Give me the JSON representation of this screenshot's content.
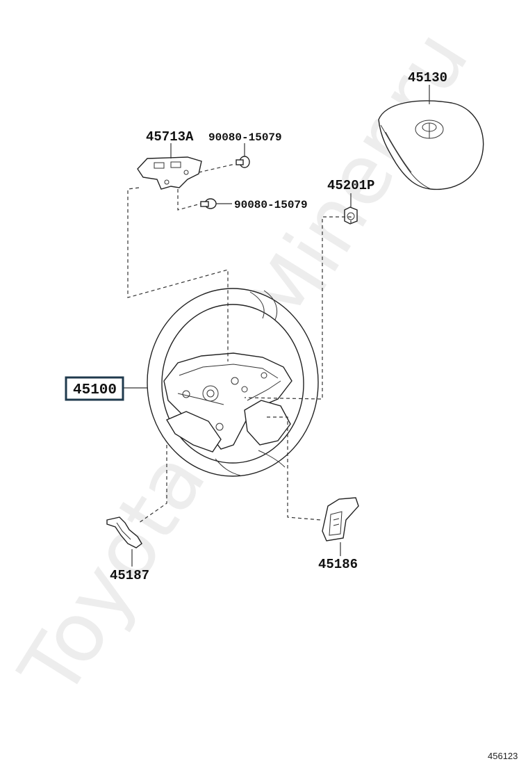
{
  "watermark": "ToyotaPartMiner.ru",
  "diagram_id": "456123",
  "parts": {
    "airbag": {
      "number": "45130",
      "icon": "toyota-emblem-icon"
    },
    "bracket": {
      "number": "45713A"
    },
    "bolt_upper": {
      "number": "90080-15079"
    },
    "bolt_lower": {
      "number": "90080-15079"
    },
    "cap": {
      "number": "45201P"
    },
    "wheel": {
      "number": "45100",
      "highlight_color": "#1f3a4d"
    },
    "cover_right": {
      "number": "45186"
    },
    "cover_left": {
      "number": "45187"
    }
  }
}
